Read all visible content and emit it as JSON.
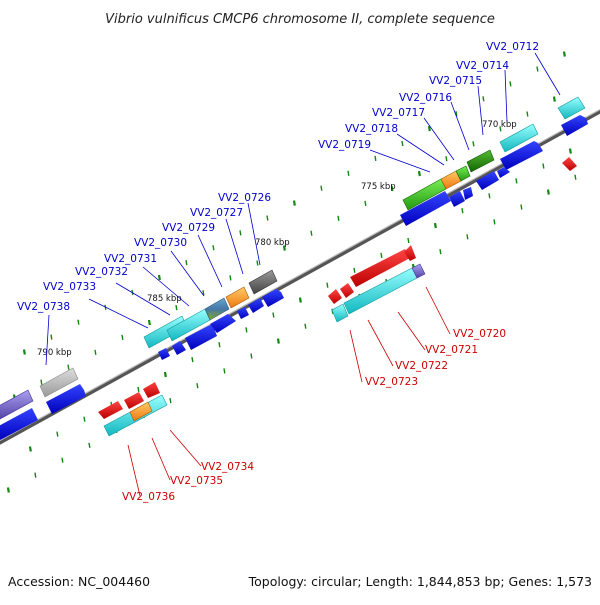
{
  "title": "Vibrio vulnificus CMCP6 chromosome II, complete sequence",
  "footer": {
    "accession": "Accession: NC_004460",
    "summary": "Topology: circular; Length: 1,844,853 bp; Genes: 1,573"
  },
  "kbp_marks": [
    "770 kbp",
    "775 kbp",
    "780 kbp",
    "785 kbp",
    "790 kbp"
  ],
  "colors": {
    "top_strand_label": "#0000cc",
    "bottom_strand_label": "#cc0000",
    "gene_blue": "#0000ee",
    "gene_red": "#ee0000",
    "cog_cyan": "#22cccc",
    "cog_green": "#33aa22",
    "cog_orange": "#ff9922",
    "cog_gray": "#999999",
    "cog_purple": "#7766cc",
    "backbone": "#888888",
    "tick": "#118811"
  },
  "genes_top": [
    "VV2_0712",
    "VV2_0714",
    "VV2_0715",
    "VV2_0716",
    "VV2_0717",
    "VV2_0718",
    "VV2_0719",
    "VV2_0726",
    "VV2_0727",
    "VV2_0729",
    "VV2_0730",
    "VV2_0731",
    "VV2_0732",
    "VV2_0733",
    "VV2_0738"
  ],
  "genes_bottom": [
    "VV2_0720",
    "VV2_0721",
    "VV2_0722",
    "VV2_0723",
    "VV2_0734",
    "VV2_0735",
    "VV2_0736"
  ]
}
